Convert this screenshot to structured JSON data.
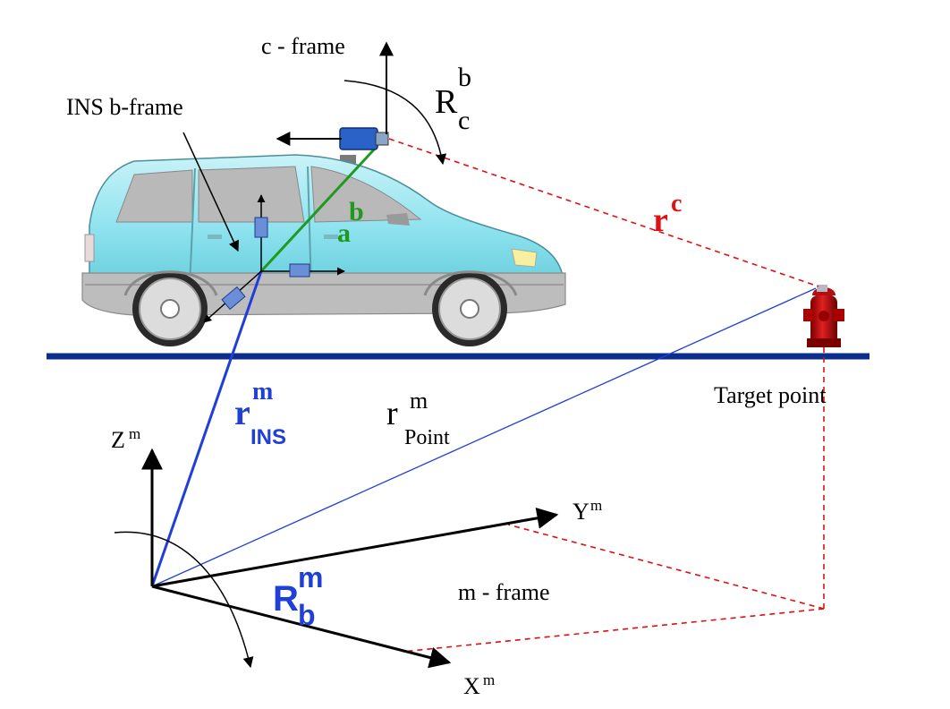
{
  "labels": {
    "c_frame": "c - frame",
    "ins_b_frame": "INS b-frame",
    "target_point": "Target point",
    "m_frame": "m - frame",
    "z_axis": "Z",
    "y_axis": "Y",
    "x_axis": "X",
    "axis_sup": "m",
    "rc_base": "R",
    "rc_sup": "b",
    "rc_sub": "c",
    "lever_arm_b": "b",
    "lever_arm_a": "a",
    "r_c_base": "r",
    "r_c_sup": "c",
    "r_ins_base": "r",
    "r_ins_sup": "m",
    "r_ins_sub": "INS",
    "r_point_base": "r",
    "r_point_sup": "m",
    "r_point_sub": "Point",
    "rb_base": "R",
    "rb_sup": "m",
    "rb_sub": "b"
  },
  "colors": {
    "blue_vector": "#1f3fd6",
    "green_vector": "#1f9a1f",
    "red_dashed": "#e01010",
    "ground_line": "#0b2d8c",
    "axis_black": "#000000",
    "car_body": "#8fe3ef",
    "hydrant": "#c41010"
  },
  "icons": {
    "car": "minivan-icon",
    "camera": "camera-icon",
    "imu": "imu-gyro-icon",
    "hydrant": "fire-hydrant-icon"
  }
}
